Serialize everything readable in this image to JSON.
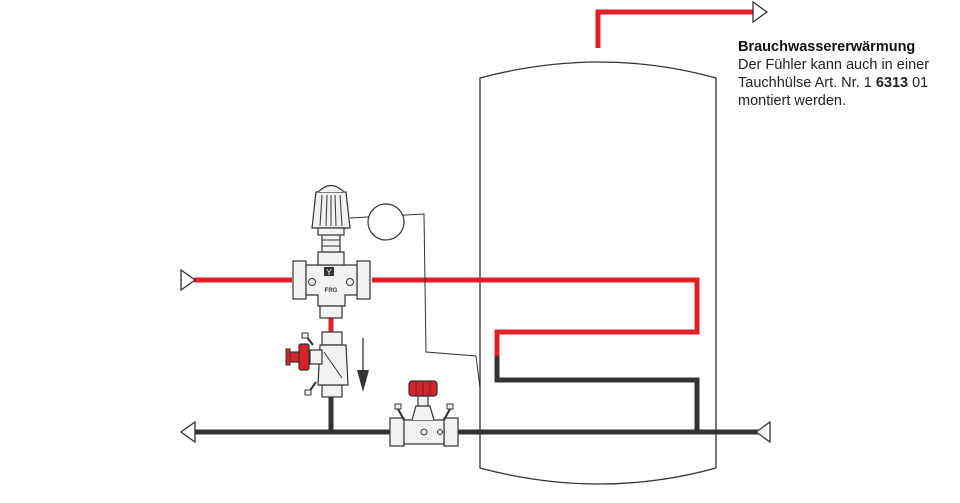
{
  "colors": {
    "hot_pipe": "#e31e24",
    "cold_pipe": "#333333",
    "outline": "#333333",
    "valve_red": "#d9232b",
    "valve_body": "#f2f2f2"
  },
  "icons": {
    "flow_direction": "arrow-down-icon",
    "pipe_end": "triangle-arrow-icon"
  },
  "caption": {
    "title": "Brauchwassererwärmung",
    "line1": "Der Fühler kann auch in einer",
    "line2_prefix": "Tauchhülse Art. Nr. 1 ",
    "line2_bold": "6313",
    "line2_suffix": " 01",
    "line3": "montiert werden."
  },
  "valve": {
    "brand": "FRG",
    "symbol": "Y"
  }
}
